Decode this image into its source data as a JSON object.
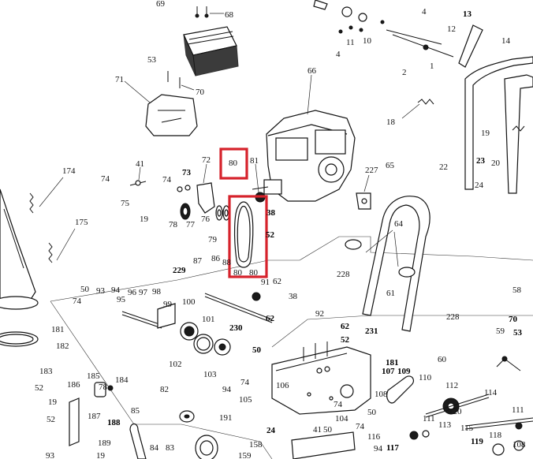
{
  "diagram": {
    "highlight_color": "#d6222b",
    "highlighted_parts": [
      "80",
      "80",
      "80"
    ],
    "labels": {
      "p69": "69",
      "p68": "68",
      "p13": "13",
      "p4a": "4",
      "p12": "12",
      "p11": "11",
      "p10": "10",
      "p4b": "4",
      "p14": "14",
      "p2": "2",
      "p1": "1",
      "p53": "53",
      "p71": "71",
      "p70": "70",
      "p66": "66",
      "p18": "18",
      "p19a": "19",
      "p174": "174",
      "p41": "41",
      "p72": "72",
      "p80a": "80",
      "p81": "81",
      "p227": "227",
      "p65": "65",
      "p22": "22",
      "p23": "23",
      "p20": "20",
      "p24": "24",
      "p74a": "74",
      "p73": "73",
      "p75": "75",
      "p175": "175",
      "p19b": "19",
      "p78": "78",
      "p77": "77",
      "p76": "76",
      "p38a": "38",
      "p52a": "52",
      "p79": "79",
      "p64": "64",
      "p87": "87",
      "p86": "86",
      "p88": "88",
      "p80b": "80",
      "p80c": "80",
      "p229": "229",
      "p91": "91",
      "p62a": "62",
      "p228a": "228",
      "p50a": "50",
      "p93": "93",
      "p94a": "94",
      "p96": "96",
      "p97": "97",
      "p98": "98",
      "p74b": "74",
      "p95": "95",
      "p99": "99",
      "p38b": "38",
      "p61": "61",
      "p58": "58",
      "p100": "100",
      "p101": "101",
      "p230": "230",
      "p62b": "62",
      "p92": "92",
      "p62c": "62",
      "p228b": "228",
      "p70b": "70",
      "p53b": "53",
      "p181a": "181",
      "p182": "182",
      "p102": "102",
      "p231": "231",
      "p52b": "52",
      "p60": "60",
      "p59": "59",
      "p50b": "50",
      "p183": "183",
      "p103": "103",
      "p181b": "181",
      "p107": "107",
      "p109": "109",
      "p110": "110",
      "p52c": "52",
      "p94b": "94",
      "p74c": "74",
      "p106": "106",
      "p108": "108",
      "p112": "112",
      "p114": "114",
      "p185": "185",
      "p184": "184",
      "p186": "186",
      "p78b": "78",
      "p82": "82",
      "p19c": "19",
      "p105": "105",
      "p111a": "111",
      "p113": "113",
      "p115": "115",
      "p111b": "111",
      "p187": "187",
      "p74d": "74",
      "p104": "104",
      "p52d": "52",
      "p85": "85",
      "p188": "188",
      "p191": "191",
      "p41b": "41",
      "p50c": "50",
      "p24b": "24",
      "p50d": "50",
      "p74e": "74",
      "p120": "120",
      "p189": "189",
      "p84": "84",
      "p83": "83",
      "p116": "116",
      "p117": "117",
      "p119": "119",
      "p118": "118",
      "p108b": "108",
      "p19d": "19",
      "p159": "159",
      "p158": "158",
      "p94c": "94",
      "p93b": "93"
    }
  }
}
